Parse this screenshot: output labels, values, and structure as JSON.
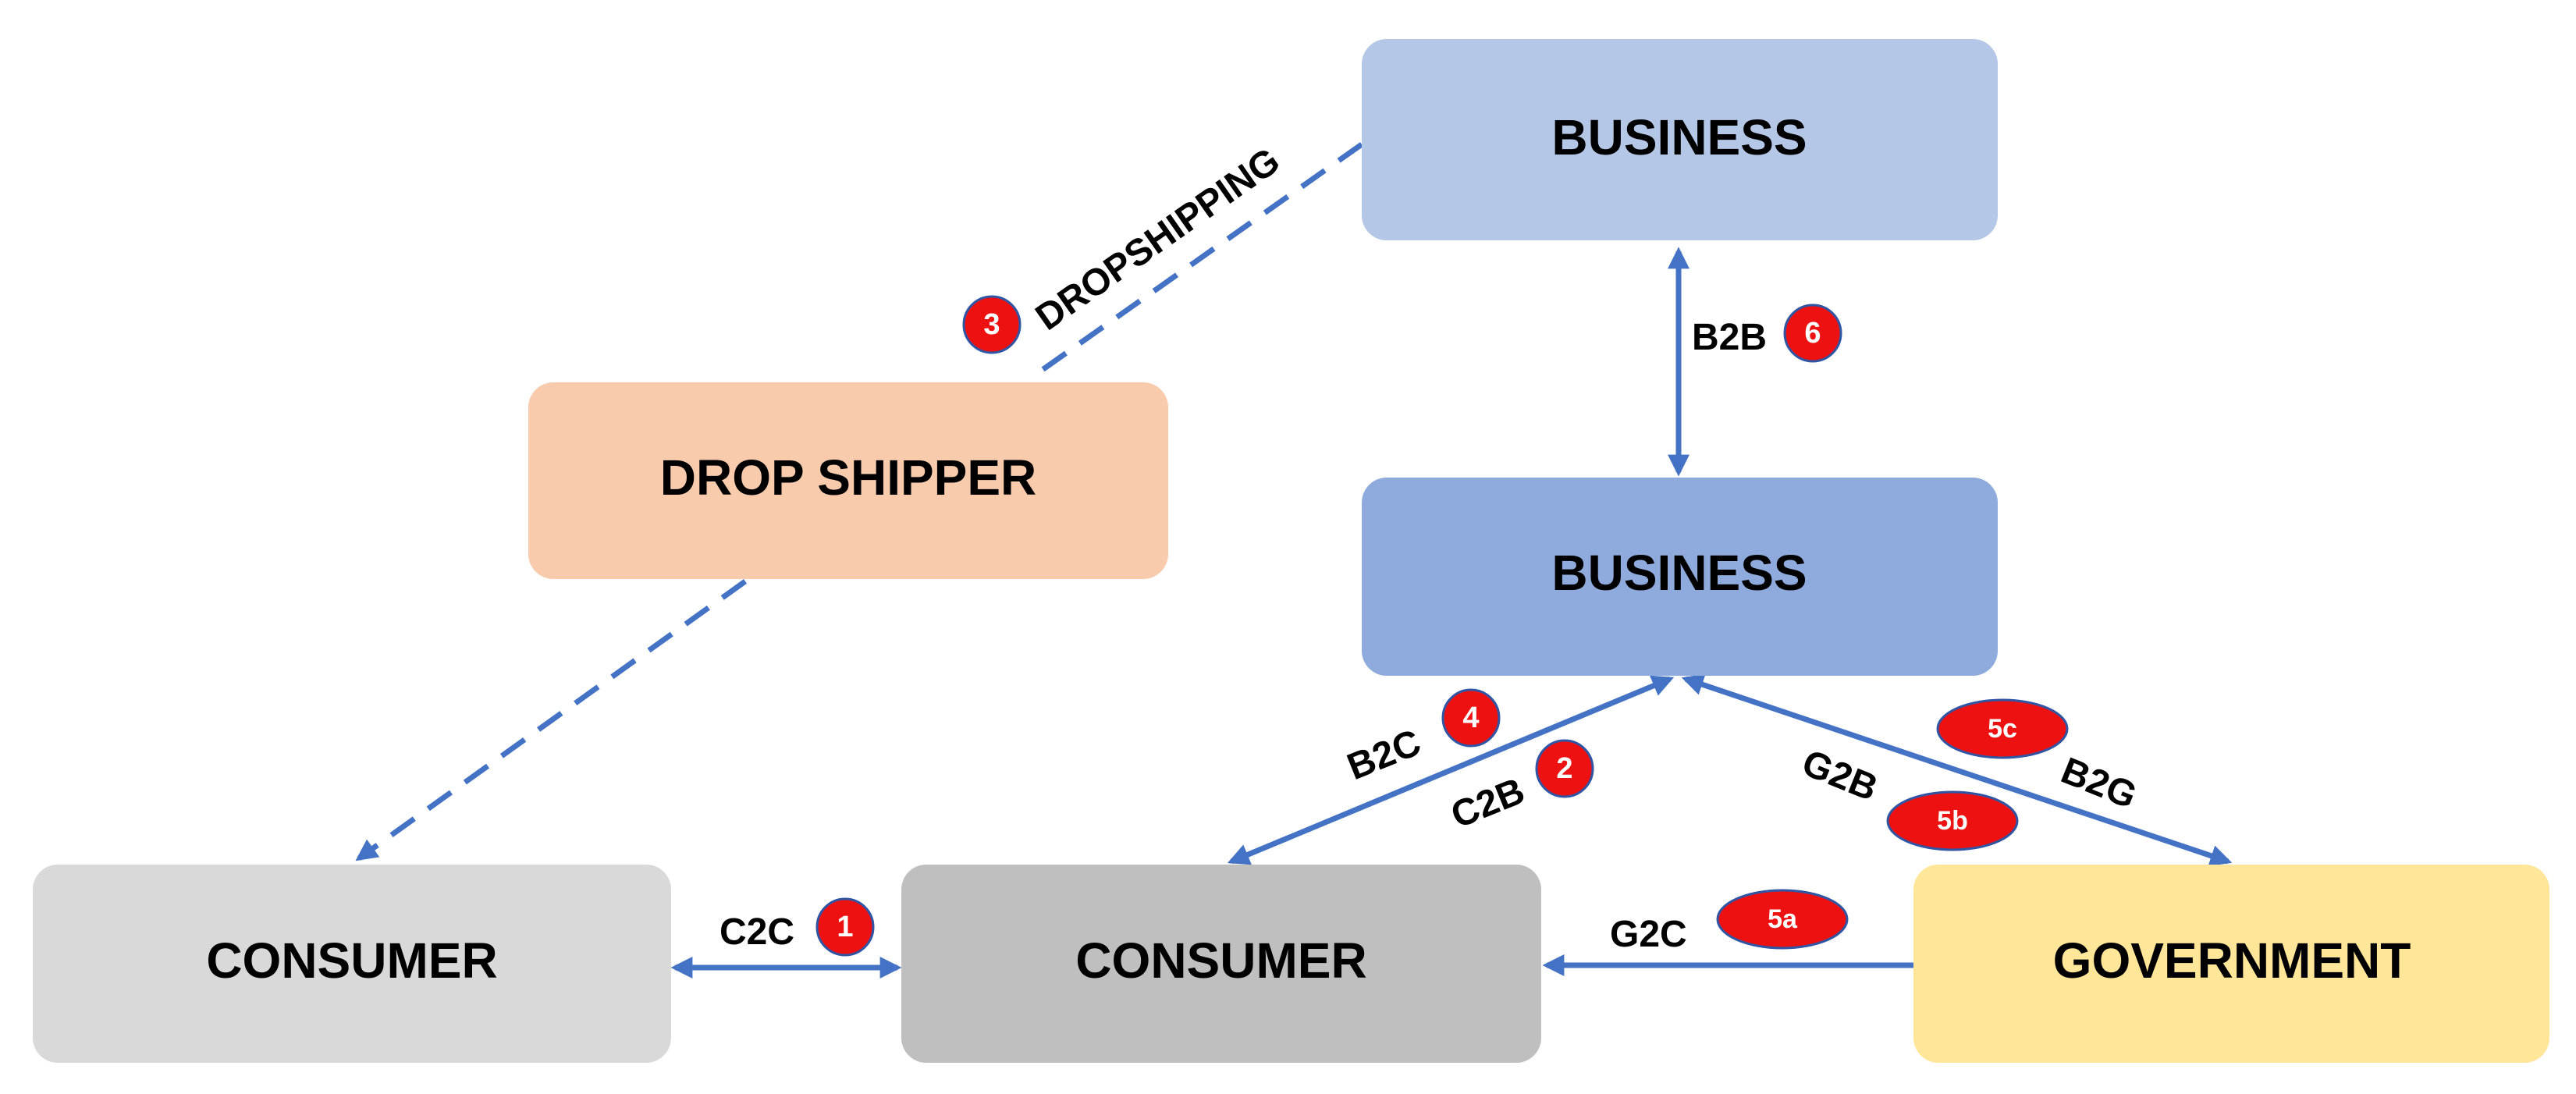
{
  "nodes": {
    "business_top": "BUSINESS",
    "business_mid": "BUSINESS",
    "drop_shipper": "DROP SHIPPER",
    "consumer_left": "CONSUMER",
    "consumer_mid": "CONSUMER",
    "government": "GOVERNMENT"
  },
  "edges": {
    "dropshipping": "DROPSHIPPING",
    "b2b": "B2B",
    "b2c": "B2C",
    "c2b": "C2B",
    "g2b": "G2B",
    "b2g": "B2G",
    "c2c": "C2C",
    "g2c": "G2C"
  },
  "badges": {
    "c2c": "1",
    "c2b": "2",
    "dropshipping": "3",
    "b2c": "4",
    "g2c": "5a",
    "g2b": "5b",
    "b2g": "5c",
    "b2b": "6"
  },
  "colors": {
    "business_top": "#b4c7e7",
    "business_mid": "#8faadc",
    "drop_shipper": "#f8cbad",
    "consumer_left": "#d9d9d9",
    "consumer_mid": "#bfbfbf",
    "government": "#ffe699",
    "connector": "#4472c4",
    "badge": "#ee1111"
  }
}
